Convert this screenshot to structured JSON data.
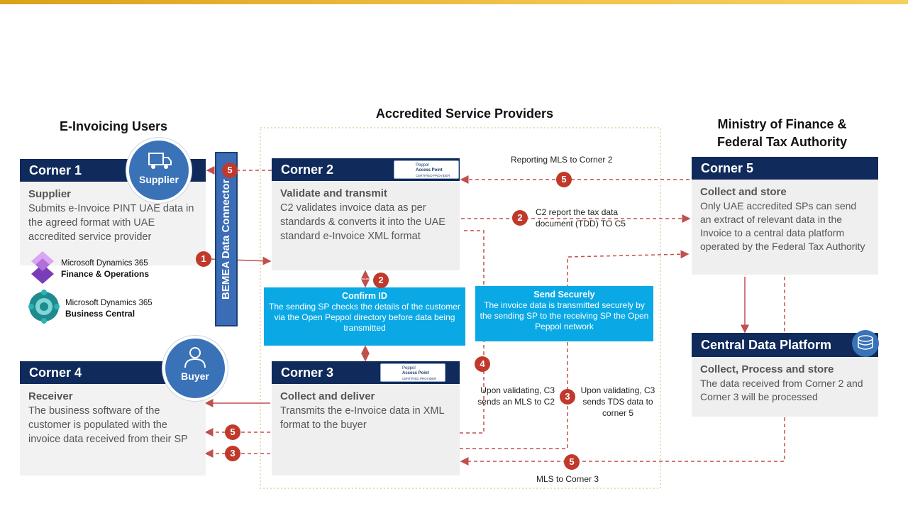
{
  "titles": {
    "users": "E-Invoicing Users",
    "providers": "Accredited Service Providers",
    "ministry_1": "Ministry of Finance &",
    "ministry_2": "Federal Tax Authority"
  },
  "connector": "BEMEA Data Connector",
  "icons": {
    "supplier": "Supplier",
    "buyer": "Buyer"
  },
  "corner1": {
    "title": "Corner 1",
    "sub": "Supplier",
    "text": "Submits e-Invoice PINT UAE data in the agreed format with UAE accredited service provider"
  },
  "corner2": {
    "title": "Corner 2",
    "sub": "Validate and transmit",
    "text": "C2 validates invoice data as per standards & converts it into the UAE standard e-Invoice XML format"
  },
  "corner3": {
    "title": "Corner 3",
    "sub": "Collect and deliver",
    "text": "Transmits the e-Invoice data in XML format to the buyer"
  },
  "corner4": {
    "title": "Corner 4",
    "sub": "Receiver",
    "text": "The business software of the customer is populated with the invoice data received from their SP"
  },
  "corner5": {
    "title": "Corner 5",
    "sub": "Collect and store",
    "text": "Only UAE accredited SPs can send an extract of relevant data in the Invoice to a central data platform operated by the Federal Tax Authority"
  },
  "cdp": {
    "title": "Central Data Platform",
    "sub": "Collect, Process and store",
    "text": "The data received from Corner 2 and Corner 3 will be processed"
  },
  "confirm": {
    "title": "Confirm  ID",
    "text": "The sending SP checks  the details of the customer via the Open Peppol directory  before data being transmitted"
  },
  "secure": {
    "title": "Send Securely",
    "text": "The invoice data is transmitted securely by the sending SP to the receiving SP the Open Peppol network"
  },
  "peppol": {
    "line1": "Peppol",
    "line2": "Access Point",
    "line3": "CERTIFIED PROVIDER"
  },
  "logos": {
    "fo_1": "Microsoft Dynamics 365",
    "fo_2": "Finance & Operations",
    "bc_1": "Microsoft Dynamics 365",
    "bc_2": "Business Central"
  },
  "labels": {
    "reporting": "Reporting MLS to Corner 2",
    "c2report_1": "C2 report the tax data",
    "c2report_2": "document (TDD) TO C5",
    "mls_c2_1": "Upon validating, C3",
    "mls_c2_2": "sends an MLS to C2",
    "tds_1": "Upon validating, C3",
    "tds_2": "sends TDS data to",
    "tds_3": "corner 5",
    "mls_c3": "MLS to Corner 3"
  },
  "badges": {
    "b1": "1",
    "b2a": "2",
    "b2b": "2",
    "b3a": "3",
    "b3b": "3",
    "b4": "4",
    "b5a": "5",
    "b5b": "5",
    "b5c": "5",
    "b5d": "5"
  },
  "colors": {
    "header_navy": "#0f2a5b",
    "accent_blue": "#3a72b8",
    "cyan": "#0aa9e6",
    "badge_red": "#c0392b",
    "arrow_red": "#c0504d"
  }
}
